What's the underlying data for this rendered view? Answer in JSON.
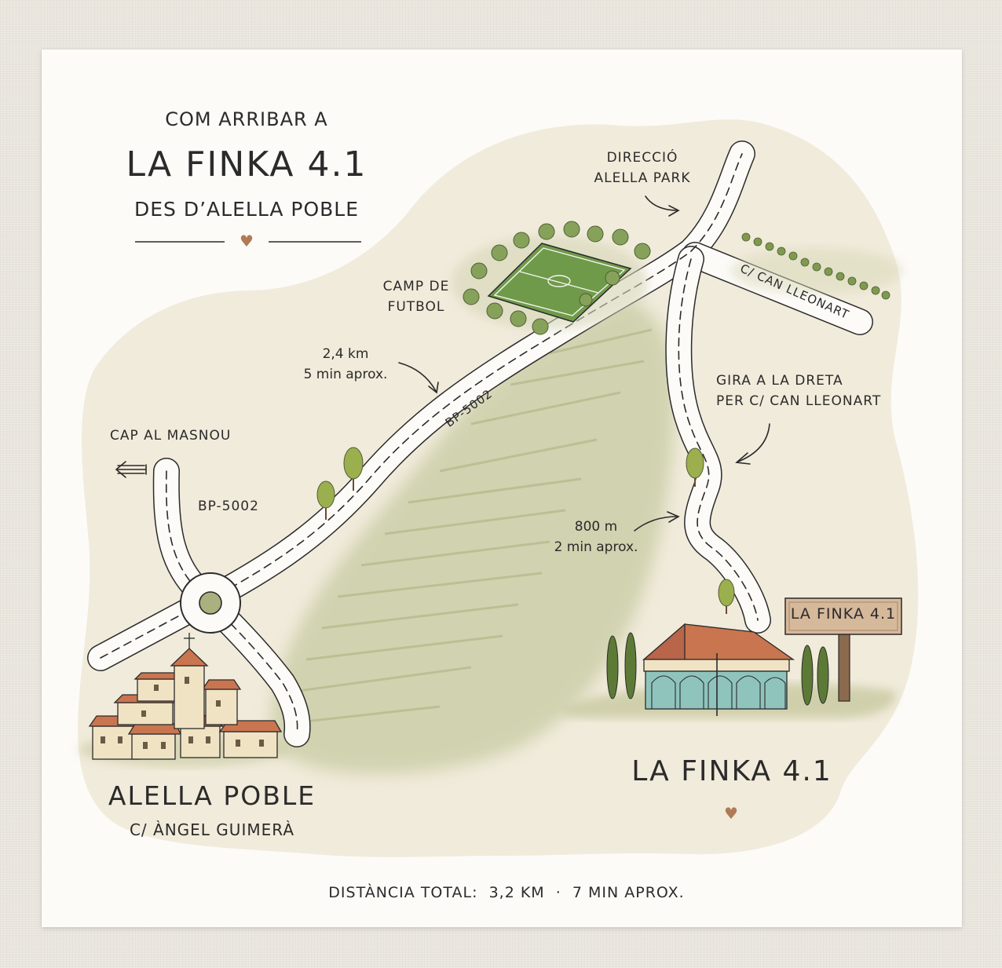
{
  "header": {
    "line1": "COM ARRIBAR A",
    "line2": "LA FINKA 4.1",
    "line3": "DES D’ALELLA POBLE"
  },
  "labels": {
    "direccio_line1": "DIRECCIÓ",
    "direccio_line2": "ALELLA PARK",
    "camp_line1": "CAMP DE",
    "camp_line2": "FUTBOL",
    "distance1_line1": "2,4 km",
    "distance1_line2": "5 min aprox.",
    "road_bp5002_diag": "BP-5002",
    "road_bp5002_vert": "BP-5002",
    "cap_al_masnou": "CAP AL MASNOU",
    "street_can_lleonart": "C/ CAN LLEONART",
    "turn_line1": "GIRA A LA DRETA",
    "turn_line2": "PER C/ CAN LLEONART",
    "distance2_line1": "800 m",
    "distance2_line2": "2 min aprox.",
    "sign_text": "LA FINKA 4.1"
  },
  "origin": {
    "name": "ALELLA POBLE",
    "address": "C/ ÀNGEL GUIMERÀ"
  },
  "destination": {
    "name": "LA FINKA 4.1"
  },
  "footer": {
    "total": "DISTÀNCIA TOTAL:  3,2 KM  ·  7 MIN APROX."
  },
  "icons": {
    "heart_symbol": "♥",
    "arrow_left": "left-arrow-icon"
  },
  "colors": {
    "land": "#f1ebdb",
    "meadow": "#b8bf8e",
    "field": "#6f9a4a",
    "tree": "#86a25a",
    "heart": "#b07a55",
    "roof": "#c9754f",
    "sign": "#d6b89a",
    "glass": "#8fc4bd"
  }
}
